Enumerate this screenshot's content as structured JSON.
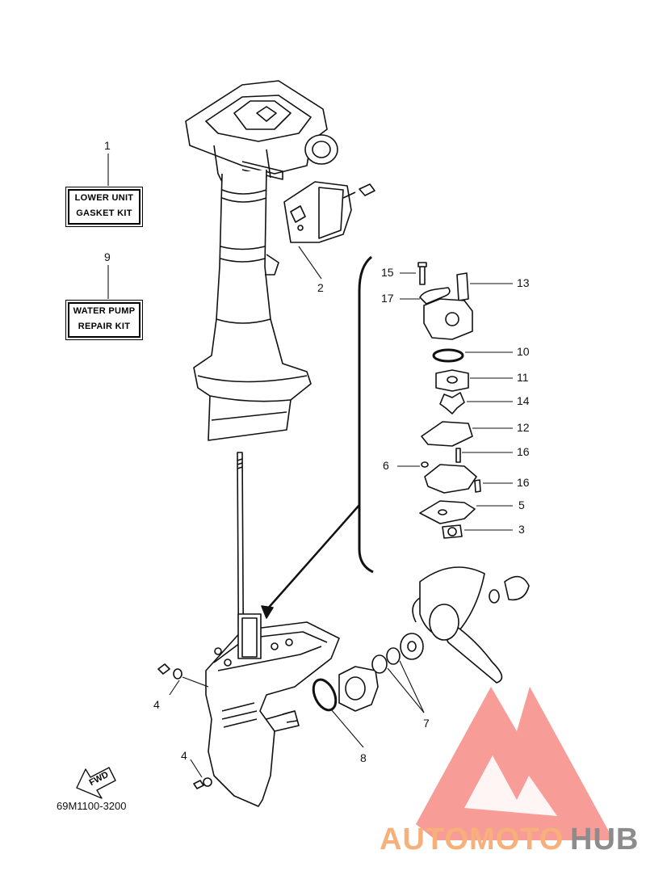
{
  "kits": [
    {
      "number": "1",
      "line1": "LOWER UNIT",
      "line2": "GASKET KIT"
    },
    {
      "number": "9",
      "line1": "WATER PUMP",
      "line2": "REPAIR KIT"
    }
  ],
  "part_labels": [
    "2",
    "15",
    "13",
    "17",
    "10",
    "11",
    "14",
    "12",
    "16",
    "6",
    "16",
    "5",
    "3",
    "7",
    "8",
    "4",
    "4"
  ],
  "fwd_label": "FWD",
  "drawing_code": "69M1100-3200",
  "watermark": {
    "part1": "AUTOMOTO",
    "part2": "HUB",
    "color1": "#f7b07a",
    "color2": "#8c8c8c",
    "logo_color": "#f47b73"
  }
}
